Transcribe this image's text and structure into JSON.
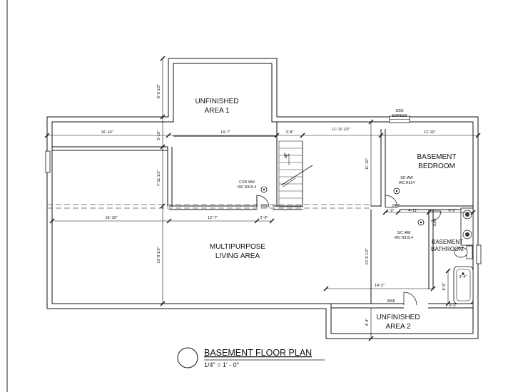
{
  "title": "BASEMENT FLOOR PLAN",
  "scale": "1/4\" = 1' - 0\"",
  "rooms": {
    "unfinished_area_1": [
      "UNFINISHED",
      "AREA 1"
    ],
    "basement_bedroom": [
      "BASEMENT",
      "BEDROOM"
    ],
    "multipurpose": [
      "MULTIPURPOSE",
      "LIVING AREA"
    ],
    "basement_bathroom": [
      "BASEMENT",
      "BATHROOM"
    ],
    "unfinished_area_2": [
      "UNFINISHED",
      "AREA 2"
    ]
  },
  "egress": [
    "3050",
    "EGRESS"
  ],
  "stair_label": "UP",
  "notes": {
    "co_alarm": [
      "COD IAW",
      "IRC R315.4"
    ],
    "sd_alarm": [
      "SD IAW",
      "IRC R314"
    ],
    "sc_alarm": [
      "S/C IAW",
      "IRC R315.4"
    ]
  },
  "door_tags": {
    "d1": "3068",
    "d2": "2468",
    "d3": "2068",
    "d4": "3068"
  },
  "dimensions": {
    "top_left": "16'-10\"",
    "top_mid": "14'-7\"",
    "top_stair": "3'-8\"",
    "top_hall": "11'-10 1/2\"",
    "top_bed": "12'-10\"",
    "left_upper": "3'-10\"",
    "unf1_height": "8'-8 1/2\"",
    "left_mid": "7'-11 1/2\"",
    "left_lower": "13'-9 1/2\"",
    "mid_left": "16'-10\"",
    "mid_center": "12'-7\"",
    "mid_small": "2'-0\"",
    "bed_height": "11'-10\"",
    "bed_a": "1'-9\"",
    "bed_b": "4'-11\"",
    "bath_width": "6'-2\"",
    "living_right": "13'-9 1/2\"",
    "hall_bottom": "14'-2\"",
    "bath_small": "3'-4\"",
    "bath_lower": "8'-0\"",
    "bath_bottom": "6'-3\"",
    "unf2_height": "4'-4\""
  }
}
